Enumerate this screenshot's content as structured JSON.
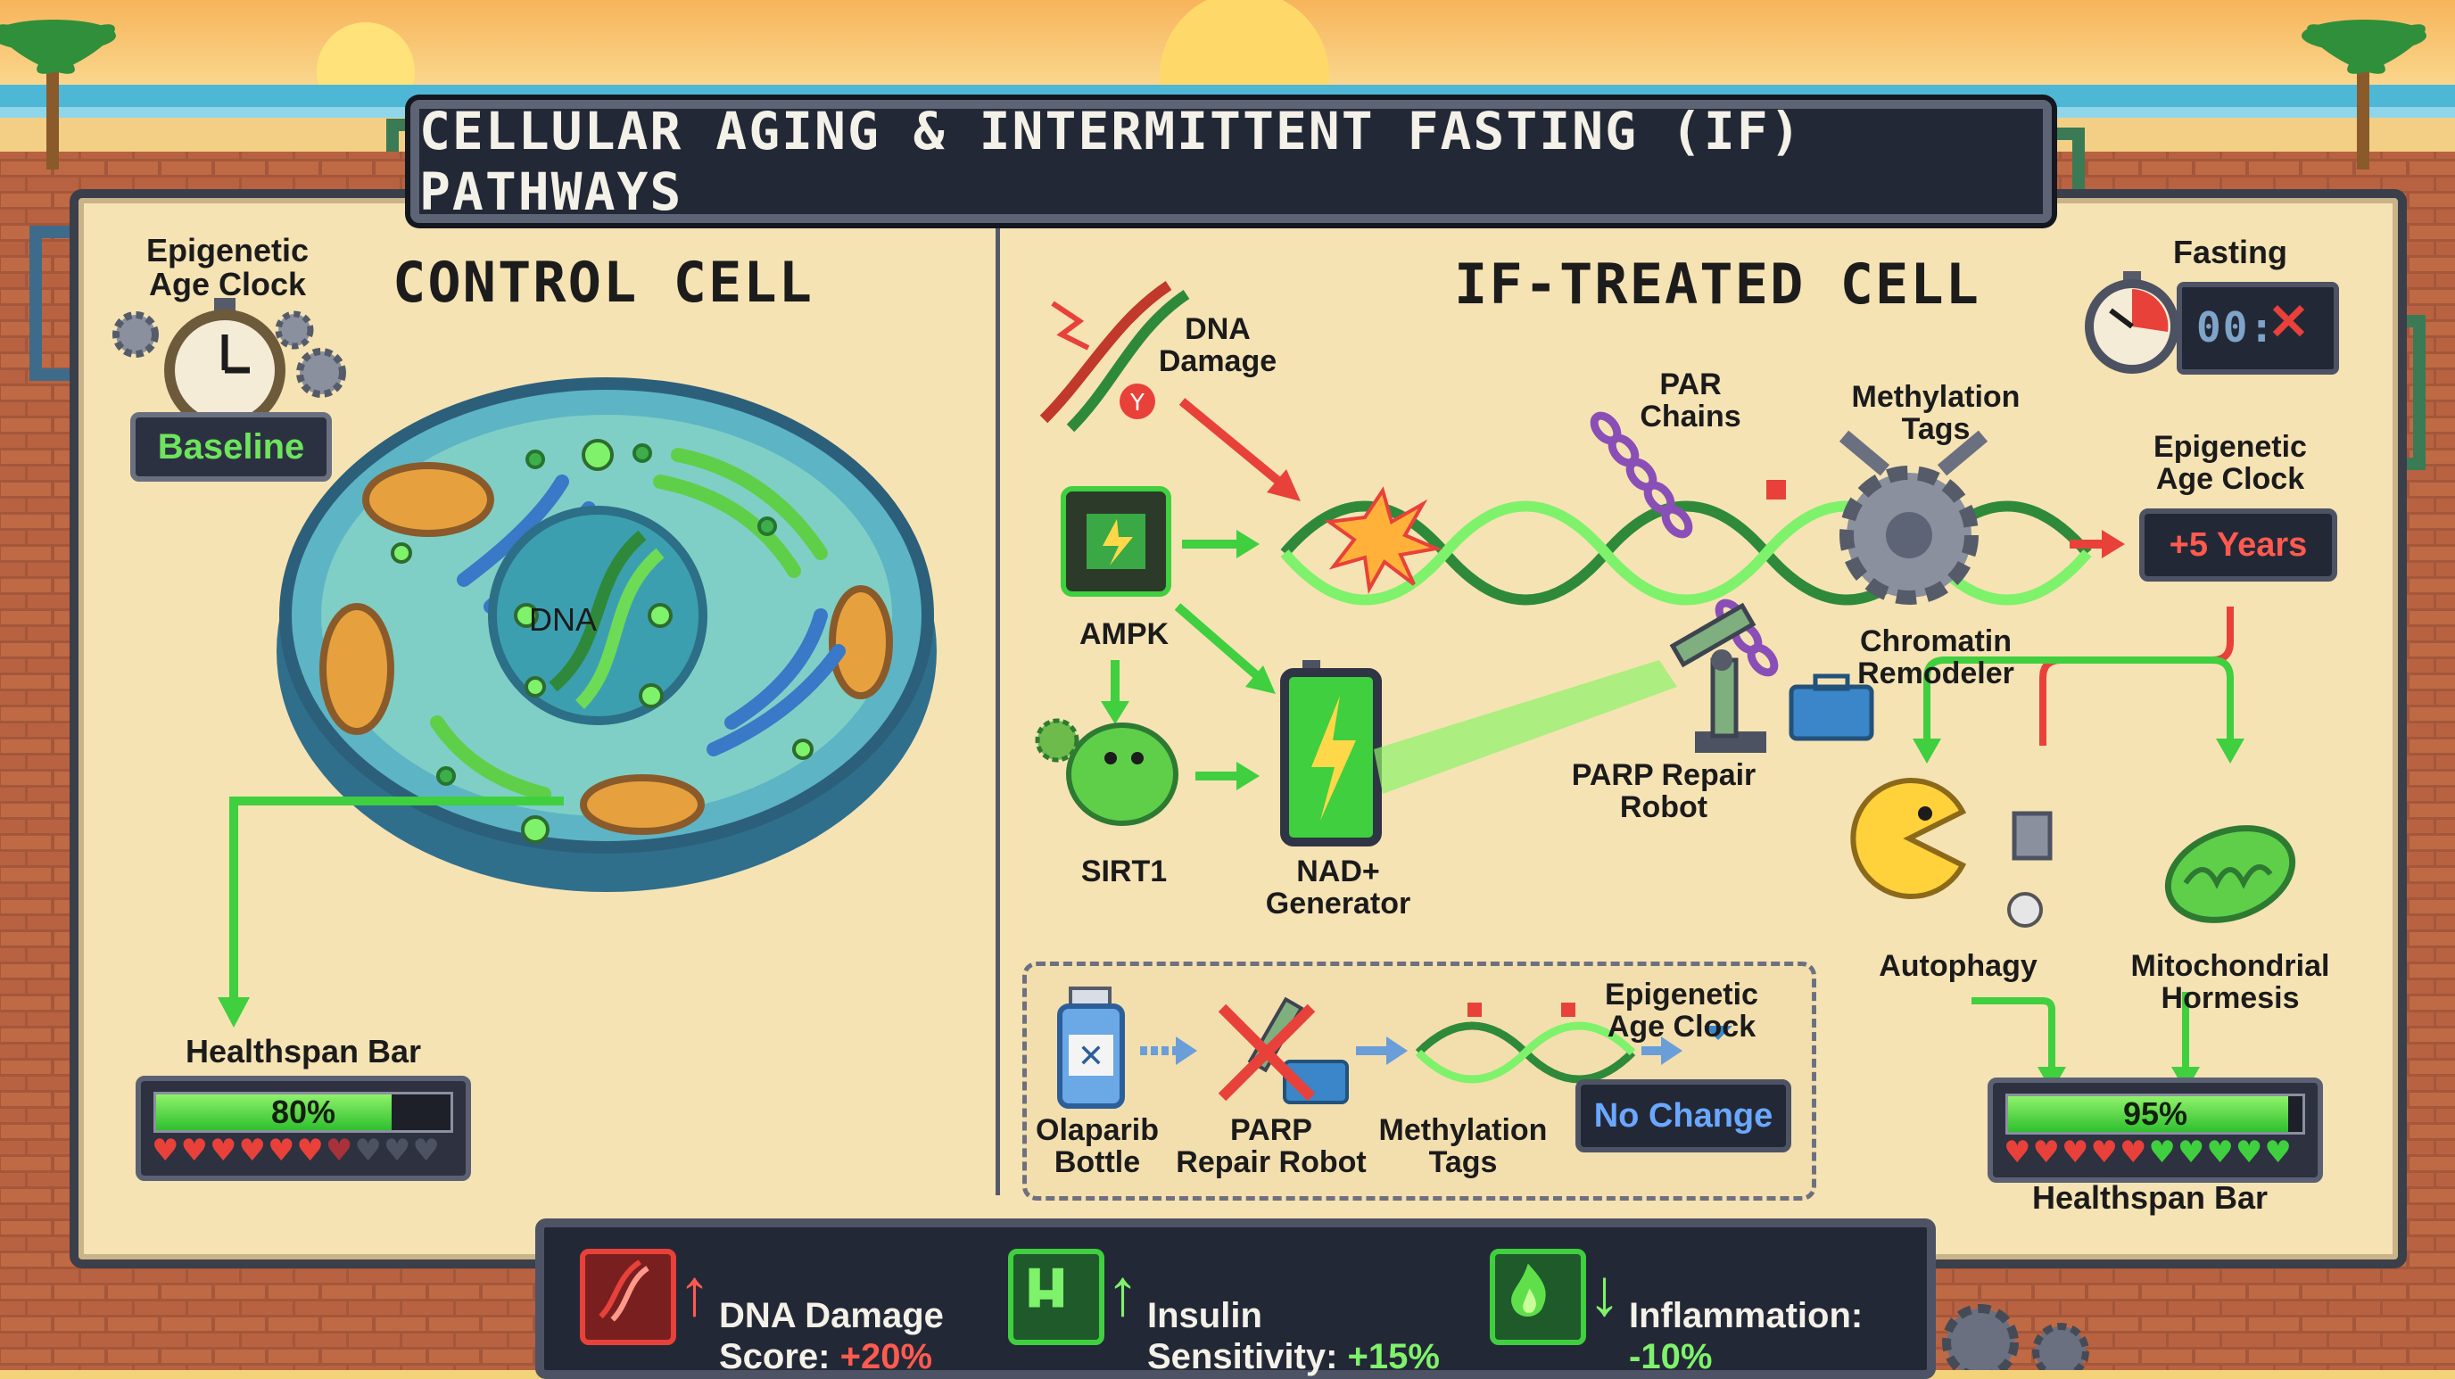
{
  "title": "CELLULAR AGING & INTERMITTENT FASTING (IF) PATHWAYS",
  "control": {
    "heading": "CONTROL CELL",
    "clock_label": "Epigenetic\nAge Clock",
    "clock_status": "Baseline",
    "dna_label": "DNA",
    "health_label": "Healthspan Bar",
    "health_pct_text": "80%",
    "health_fraction": 0.8,
    "hearts_full": 6,
    "hearts_half": 1,
    "hearts_empty": 3
  },
  "treated": {
    "heading": "IF-TREATED CELL",
    "fasting_label": "Fasting",
    "fasting_timer": "00:",
    "dna_damage_label": "DNA\nDamage",
    "ampk_label": "AMPK",
    "sirt1_label": "SIRT1",
    "nad_label": "NAD+\nGenerator",
    "par_label": "PAR\nChains",
    "parp_label": "PARP Repair\nRobot",
    "methyl_label": "Methylation\nTags",
    "chromatin_label": "Chromatin\nRemodeler",
    "clock_label": "Epigenetic\nAge Clock",
    "clock_value": "+5 Years",
    "autophagy_label": "Autophagy",
    "mito_label": "Mitochondrial\nHormesis",
    "health_label": "Healthspan Bar",
    "health_pct_text": "95%",
    "health_fraction": 0.95,
    "hearts_red": 5,
    "hearts_green": 5
  },
  "inhibitor": {
    "olaparib_label": "Olaparib\nBottle",
    "parp_label": "PARP\nRepair Robot",
    "methyl_label": "Methylation\nTags",
    "clock_label": "Epigenetic\nAge Clock",
    "clock_value": "No Change"
  },
  "stats": [
    {
      "label": "DNA Damage\nScore: ",
      "value": "+20%",
      "dir": "up",
      "color": "#ff5a4f"
    },
    {
      "label": "Insulin\nSensitivity: ",
      "value": "+15%",
      "dir": "up",
      "color": "#7ef26b"
    },
    {
      "label": "Inflammation:\n",
      "value": "-10%",
      "dir": "down",
      "color": "#7ef26b"
    }
  ],
  "colors": {
    "accent_green": "#3fcf3f",
    "accent_red": "#e8413a",
    "panel_dark": "#232836"
  }
}
